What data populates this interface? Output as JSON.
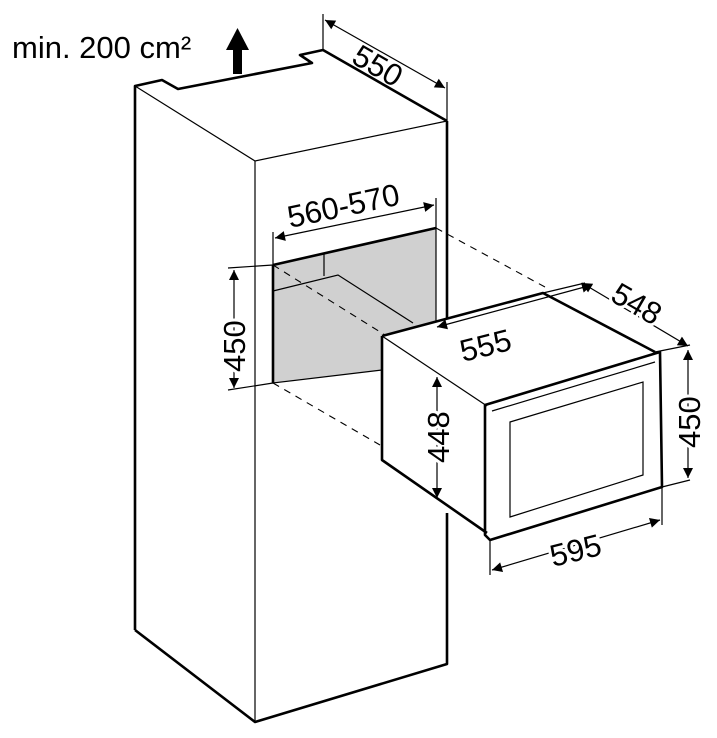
{
  "diagram": {
    "ventilation_label": "min. 200 cm²",
    "colors": {
      "line": "#000000",
      "niche_fill": "#d0d0d0",
      "background": "#ffffff"
    },
    "niche": {
      "depth": "550",
      "width": "560-570",
      "height": "450"
    },
    "appliance": {
      "body_width": "555",
      "depth": "548",
      "body_height": "448",
      "front_height": "450",
      "front_width": "595"
    }
  }
}
